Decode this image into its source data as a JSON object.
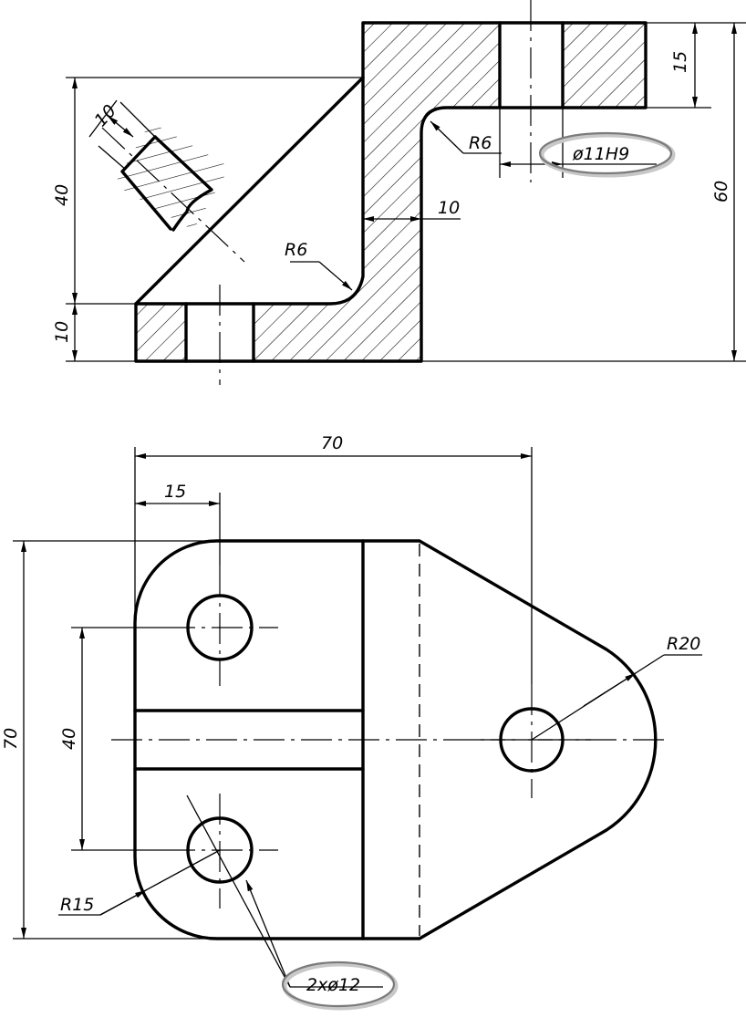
{
  "front_view": {
    "dims": {
      "flange_thickness": "15",
      "bore_fit": "ø11H9",
      "inner_radius_top": "R6",
      "web_thickness": "10",
      "inner_radius_bottom": "R6",
      "overall_height": "60",
      "rib_height": "40",
      "base_thickness": "10",
      "section_detail_width": "10"
    }
  },
  "top_view": {
    "dims": {
      "overall_length": "70",
      "hole_offset": "15",
      "overall_width": "70",
      "hole_spacing": "40",
      "corner_radius": "R15",
      "end_radius": "R20",
      "hole_callout": "2xø12"
    }
  }
}
